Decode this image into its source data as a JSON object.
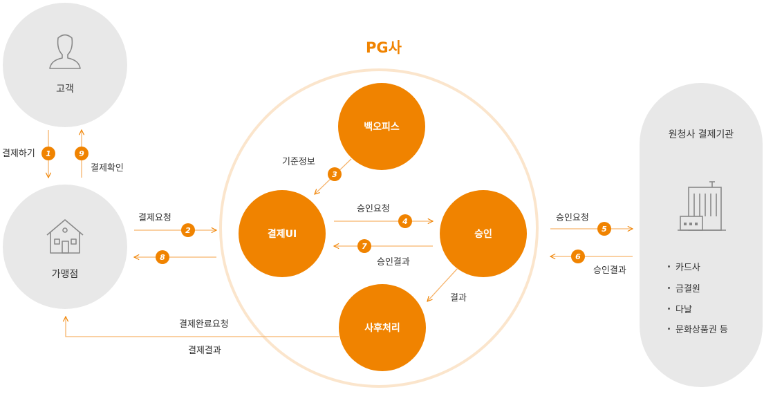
{
  "colors": {
    "accent": "#f08300",
    "accent_light": "#f6b36b",
    "ring": "#fbe5cc",
    "grey_circle": "#e8e8e8",
    "icon": "#888888",
    "text": "#333333"
  },
  "pg": {
    "title": "PG사"
  },
  "customer": {
    "label": "고객",
    "icon": "person-icon"
  },
  "merchant": {
    "label": "가맹점",
    "icon": "house-icon"
  },
  "institution": {
    "title": "원청사 결제기관",
    "icon": "building-icon",
    "items": [
      "카드사",
      "금결원",
      "다날",
      "문화상품권 등"
    ]
  },
  "nodes": {
    "backoffice": "백오피스",
    "payment_ui": "결제UI",
    "approval": "승인",
    "post_process": "사후처리"
  },
  "steps": {
    "s1": {
      "num": "1",
      "label": "결제하기"
    },
    "s2": {
      "num": "2",
      "label": "결제요청"
    },
    "s3": {
      "num": "3",
      "label": "기준정보"
    },
    "s4": {
      "num": "4",
      "label": "승인요청"
    },
    "s5": {
      "num": "5",
      "label": "승인요청"
    },
    "s6": {
      "num": "6",
      "label": "승인결과"
    },
    "s7": {
      "num": "7",
      "label": "승인결과"
    },
    "s8": {
      "num": "8"
    },
    "s9": {
      "num": "9",
      "label": "결제확인"
    }
  },
  "labels": {
    "result": "결과",
    "completion_request": "결제완료요청",
    "payment_result": "결제결과"
  }
}
